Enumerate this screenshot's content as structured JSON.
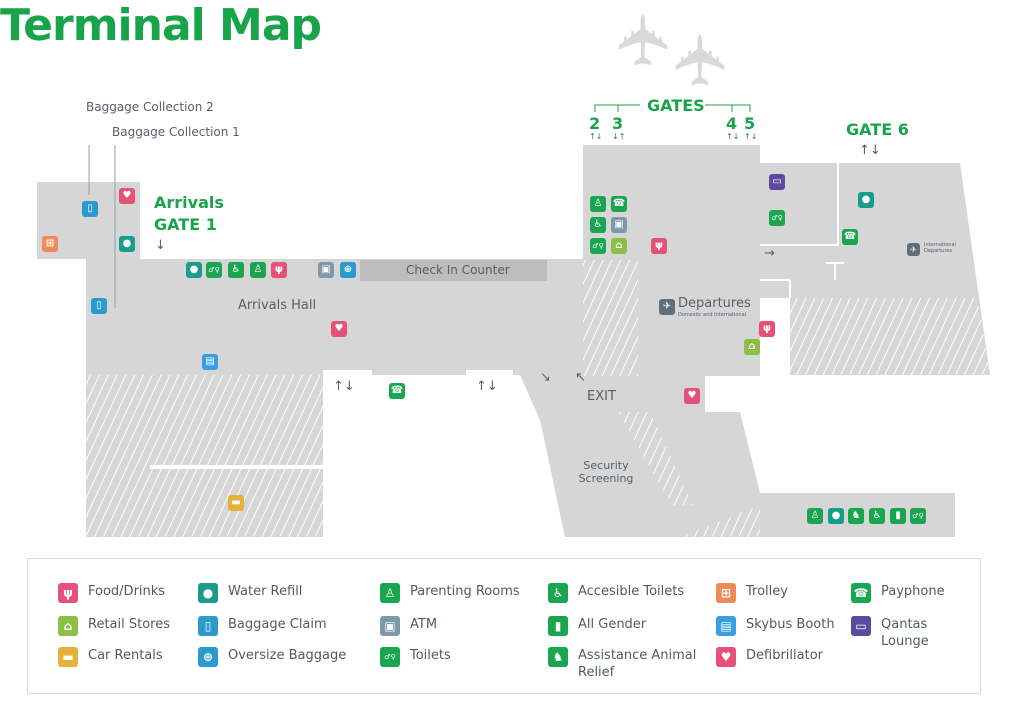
{
  "title": "Terminal Map",
  "colors": {
    "green": "#19a34a",
    "food": "#e6517a",
    "retail": "#8cbf45",
    "car": "#e3b23c",
    "water": "#1a9c8b",
    "baggage": "#2b9bcf",
    "oversize": "#2b9bcf",
    "parenting": "#1aa650",
    "atm": "#7e99a9",
    "toilets": "#1aa650",
    "accessible": "#1aa650",
    "allgender": "#1aa650",
    "animal": "#1aa650",
    "trolley": "#ef8a5a",
    "skybus": "#3a9fe0",
    "defib": "#e6517a",
    "payphone": "#1aa650",
    "lounge": "#5b4a9f"
  },
  "map": {
    "baggage_collection_2": "Baggage Collection 2",
    "baggage_collection_1": "Baggage Collection 1",
    "arrivals": "Arrivals",
    "gate1": "GATE 1",
    "check_in": "Check In Counter",
    "arrivals_hall": "Arrivals Hall",
    "gates": "GATES",
    "gate_numbers": [
      "2",
      "3",
      "4",
      "5"
    ],
    "gate6": "GATE 6",
    "departures": "Departures",
    "departures_sub": "Domestic and International",
    "intl_departures": "International Departures",
    "exit": "EXIT",
    "security": "Security Screening"
  },
  "legend": [
    {
      "icon": "food",
      "label": "Food/Drinks"
    },
    {
      "icon": "retail",
      "label": "Retail Stores"
    },
    {
      "icon": "car",
      "label": "Car Rentals"
    },
    {
      "icon": "water",
      "label": "Water Refill"
    },
    {
      "icon": "baggage",
      "label": "Baggage Claim"
    },
    {
      "icon": "oversize",
      "label": "Oversize Baggage"
    },
    {
      "icon": "parenting",
      "label": "Parenting Rooms"
    },
    {
      "icon": "atm",
      "label": "ATM"
    },
    {
      "icon": "toilets",
      "label": "Toilets"
    },
    {
      "icon": "accessible",
      "label": "Accesible Toilets"
    },
    {
      "icon": "allgender",
      "label": "All Gender"
    },
    {
      "icon": "animal",
      "label": "Assistance Animal Relief"
    },
    {
      "icon": "trolley",
      "label": "Trolley"
    },
    {
      "icon": "skybus",
      "label": "Skybus Booth"
    },
    {
      "icon": "defib",
      "label": "Defibrillator"
    },
    {
      "icon": "payphone",
      "label": "Payphone"
    },
    {
      "icon": "lounge",
      "label": "Qantas Lounge"
    }
  ]
}
